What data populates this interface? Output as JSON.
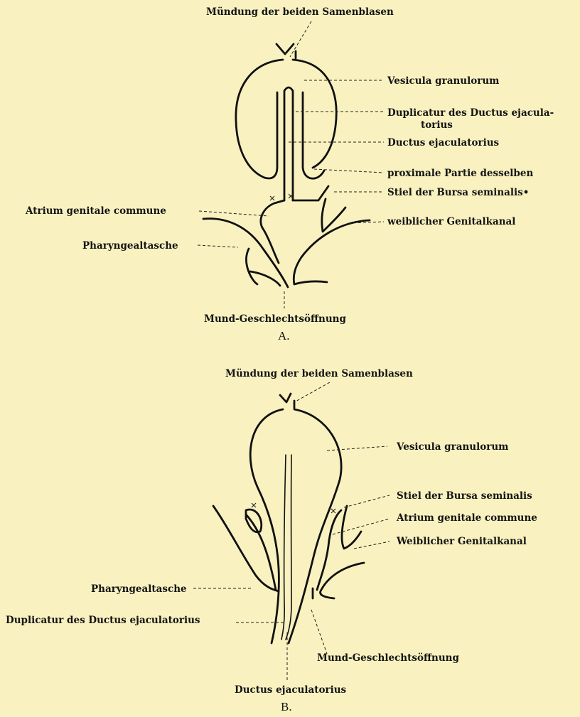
{
  "figure_a": {
    "caption": "A.",
    "labels": {
      "muendung": "Mündung der beiden Samenblasen",
      "vesicula": "Vesicula granulorum",
      "duplicatur_line1": "Duplicatur des Ductus ejacula-",
      "duplicatur_line2": "torius",
      "ductus": "Ductus ejaculatorius",
      "proximale": "proximale Partie desselben",
      "stiel": "Stiel der Bursa seminalis•",
      "atrium": "Atrium genitale commune",
      "weiblicher": "weiblicher Genitalkanal",
      "pharyngeal": "Pharyngealtasche",
      "mund": "Mund-Geschlechtsöffnung"
    }
  },
  "figure_b": {
    "caption": "B.",
    "labels": {
      "muendung": "Mündung der beiden Samenblasen",
      "vesicula": "Vesicula granulorum",
      "stiel": "Stiel der Bursa seminalis",
      "atrium": "Atrium genitale commune",
      "weiblicher": "Weiblicher Genitalkanal",
      "pharyngeal": "Pharyngealtasche",
      "duplicatur": "Duplicatur des Ductus ejaculatorius",
      "mund": "Mund-Geschlechtsöffnung",
      "ductus": "Ductus ejaculatorius"
    }
  }
}
